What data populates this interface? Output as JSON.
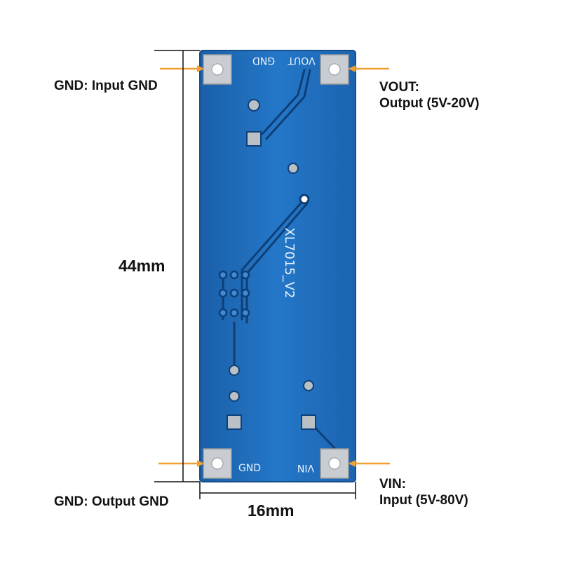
{
  "labels": {
    "gnd_input": "GND: Input GND",
    "vout_title": "VOUT:",
    "vout_range": "Output (5V-20V)",
    "gnd_output": "GND: Output GND",
    "vin_title": "VIN:",
    "vin_range": "Input  (5V-80V)"
  },
  "dimensions": {
    "height": "44mm",
    "width": "16mm"
  },
  "silkscreen": {
    "top_gnd": "GND",
    "top_vout": "VOUT",
    "bottom_gnd": "GND",
    "bottom_vin": "VIN",
    "board_name": "XL7015_V2"
  },
  "colors": {
    "board": "#1e6fbf",
    "pad": "#c9ccd0",
    "arrow": "#f0a030",
    "dimension_line": "#111111"
  }
}
